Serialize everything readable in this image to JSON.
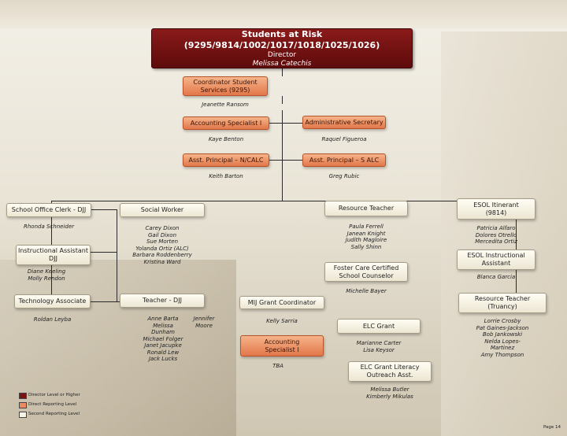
{
  "title_box": {
    "title": "Students at Risk (9295/9814/1002/1017/1018/1025/1026)",
    "role": "Director",
    "name": "Melissa Catechis"
  },
  "coordinator": {
    "title": "Coordinator Student Services (9295)",
    "name": "Jeanette Ransom"
  },
  "accounting_specialist": {
    "title": "Accounting Specialist I",
    "name": "Kaye Benton"
  },
  "admin_secretary": {
    "title": "Administrative Secretary",
    "name": "Raquel Figueroa"
  },
  "asst_principal_n": {
    "title": "Asst. Principal – N/CALC",
    "name": "Keith Barton"
  },
  "asst_principal_s": {
    "title": "Asst. Principal – S ALC",
    "name": "Greg Rubic"
  },
  "school_office_clerk": {
    "title": "School Office Clerk - DJJ",
    "name": "Rhonda Schneider"
  },
  "instructional_assistant": {
    "title": "Instructional Assistant DJJ",
    "names": [
      "Diane Keeling",
      "Molly Rendon"
    ]
  },
  "technology_associate": {
    "title": "Technology Associate",
    "name": "Roldan Leyba"
  },
  "social_worker": {
    "title": "Social Worker",
    "names": [
      "Carey Dixon",
      "Gail Dixon",
      "Sue Morten",
      "Yolanda Ortiz (ALC)",
      "Barbara Roddenberry",
      "Kristina Ward"
    ]
  },
  "teacher_djj": {
    "title": "Teacher - DJJ",
    "names_col1": [
      "Anne Barta",
      "Melissa",
      "Dunham",
      "Michael Folger",
      "Janet Jacupke",
      "Ronald Lew",
      "Jack Lucks"
    ],
    "names_col2": [
      "Jennifer",
      "Moore"
    ]
  },
  "resource_teacher": {
    "title": "Resource Teacher",
    "names": [
      "Paula Ferrell",
      "Janean Knight",
      "Judith Magloire",
      "Sally Shinn"
    ]
  },
  "foster_care": {
    "title": "Foster Care Certified School Counselor",
    "name": "Michelle Bayer"
  },
  "mij_coordinator": {
    "title": "MIJ Grant Coordinator",
    "name": "Kelly Sarria"
  },
  "accounting_specialist_2": {
    "title": "Accounting Specialist I",
    "name": "TBA"
  },
  "elc_grant": {
    "title": "ELC Grant",
    "names": [
      "Marianne Carter",
      "Lisa Keysor"
    ]
  },
  "elc_literacy": {
    "title": "ELC Grant Literacy Outreach Asst.",
    "names": [
      "Melissa Butler",
      "Kimberly Mikulas"
    ]
  },
  "esol_itinerant": {
    "title": "ESOL Itinerant (9814)",
    "names": [
      "Patricia Alfaro",
      "Dolores Otrello",
      "Mercedita Ortiz"
    ]
  },
  "esol_instructional": {
    "title": "ESOL Instructional Assistant",
    "name": "Blanca Garcia"
  },
  "resource_truancy": {
    "title": "Resource Teacher (Truancy)",
    "names": [
      "Lorrie Crosby",
      "Pat Gaines-Jackson",
      "Bob Jankowski",
      "Nelda Lopes-",
      "Martinez",
      "Amy Thompson"
    ]
  },
  "legend": {
    "items": [
      {
        "label": "Director Level or Higher",
        "color": "#7a1414"
      },
      {
        "label": "Direct Reporting Level",
        "color": "#eb8a5e"
      },
      {
        "label": "Second Reporting Level",
        "color": "#f8f4e6"
      }
    ]
  },
  "footer": {
    "page": "Page 14"
  },
  "colors": {
    "dark": "#7a1414",
    "orange": "#eb8a5e",
    "cream": "#f8f4e6"
  }
}
